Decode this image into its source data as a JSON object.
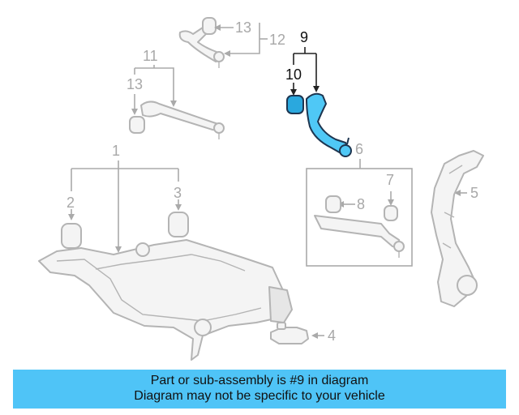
{
  "callouts": {
    "c1": "1",
    "c2": "2",
    "c3": "3",
    "c4": "4",
    "c5": "5",
    "c6": "6",
    "c7": "7",
    "c8": "8",
    "c9": "9",
    "c10": "10",
    "c11": "11",
    "c12": "12",
    "c13a": "13",
    "c13b": "13"
  },
  "highlight": {
    "part": "9",
    "fill": "#4fc8f6",
    "outline": "#1d3550"
  },
  "colors": {
    "part_gray": "#b4b4b4",
    "banner": "#4fc4f7"
  },
  "banner": {
    "line1": "Part or sub-assembly is #9 in diagram",
    "line2": "Diagram may not be specific to your vehicle"
  }
}
